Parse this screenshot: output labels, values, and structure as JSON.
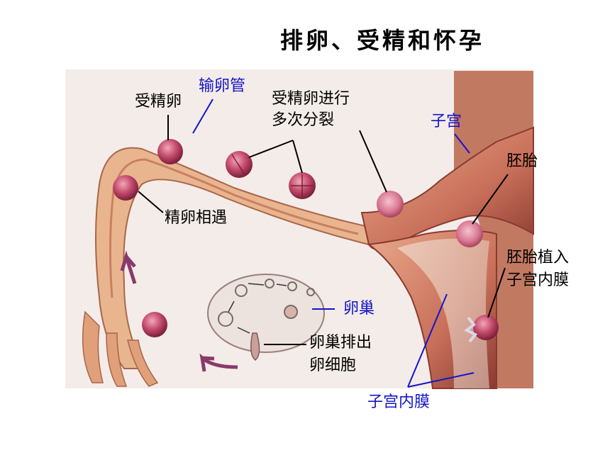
{
  "title": "排卵、受精和怀孕",
  "labels": {
    "fertilized_egg": "受精卵",
    "oviduct": "输卵管",
    "division_line1": "受精卵进行",
    "division_line2": "多次分裂",
    "uterus": "子宫",
    "embryo": "胚胎",
    "fertilization": "精卵相遇",
    "implant_line1": "胚胎植入",
    "implant_line2": "子宫内膜",
    "ovary": "卵巢",
    "ovulation_line1": "卵巢排出",
    "ovulation_line2": "卵细胞",
    "endometrium": "子宫内膜"
  },
  "colors": {
    "label_black": "#000000",
    "label_blue": "#1414c8",
    "tissue": "#e8b48e",
    "muscle": "#c87a5e",
    "egg": "#b23a5a",
    "arrow": "#8a3a6a"
  }
}
